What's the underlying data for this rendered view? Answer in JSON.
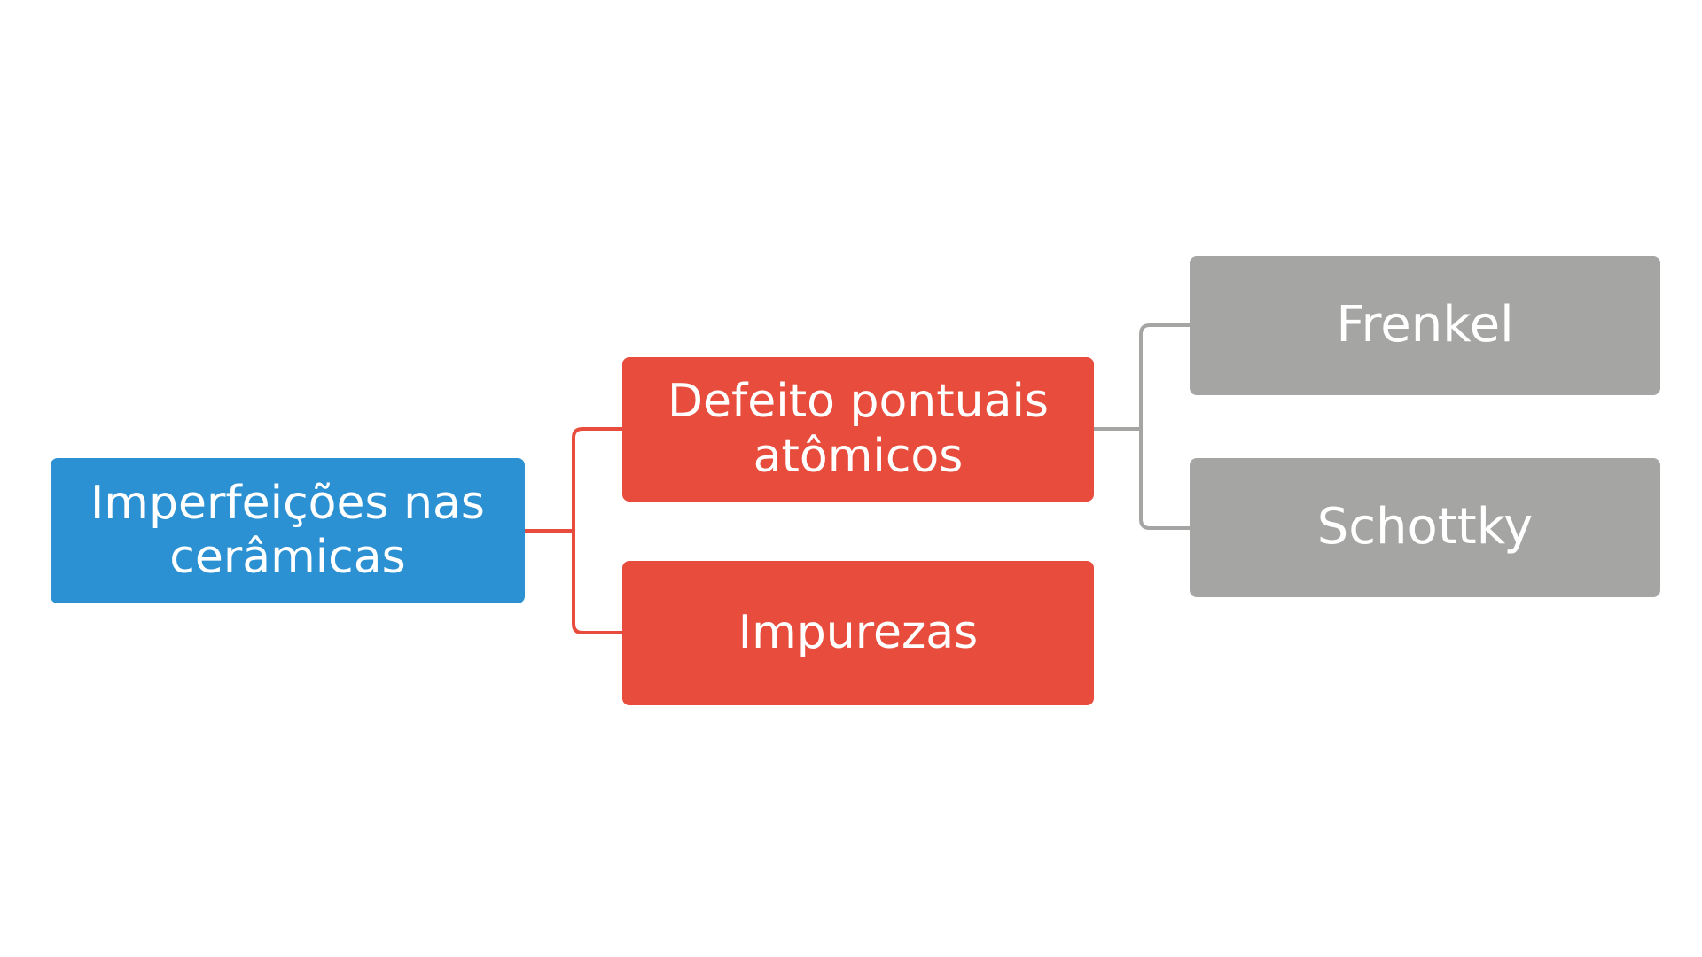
{
  "diagram": {
    "root": {
      "label": "Imperfeições nas cerâmicas",
      "color": "#2b91d3"
    },
    "level1": [
      {
        "label": "Defeito pontuais atômicos",
        "color": "#e84c3d"
      },
      {
        "label": "Impurezas",
        "color": "#e84c3d"
      }
    ],
    "level2": [
      {
        "label": "Frenkel",
        "color": "#a5a5a4"
      },
      {
        "label": "Schottky",
        "color": "#a5a5a4"
      }
    ],
    "connector_colors": {
      "root_to_level1": "#e84c3d",
      "level1_to_level2": "#a5a5a4"
    }
  }
}
